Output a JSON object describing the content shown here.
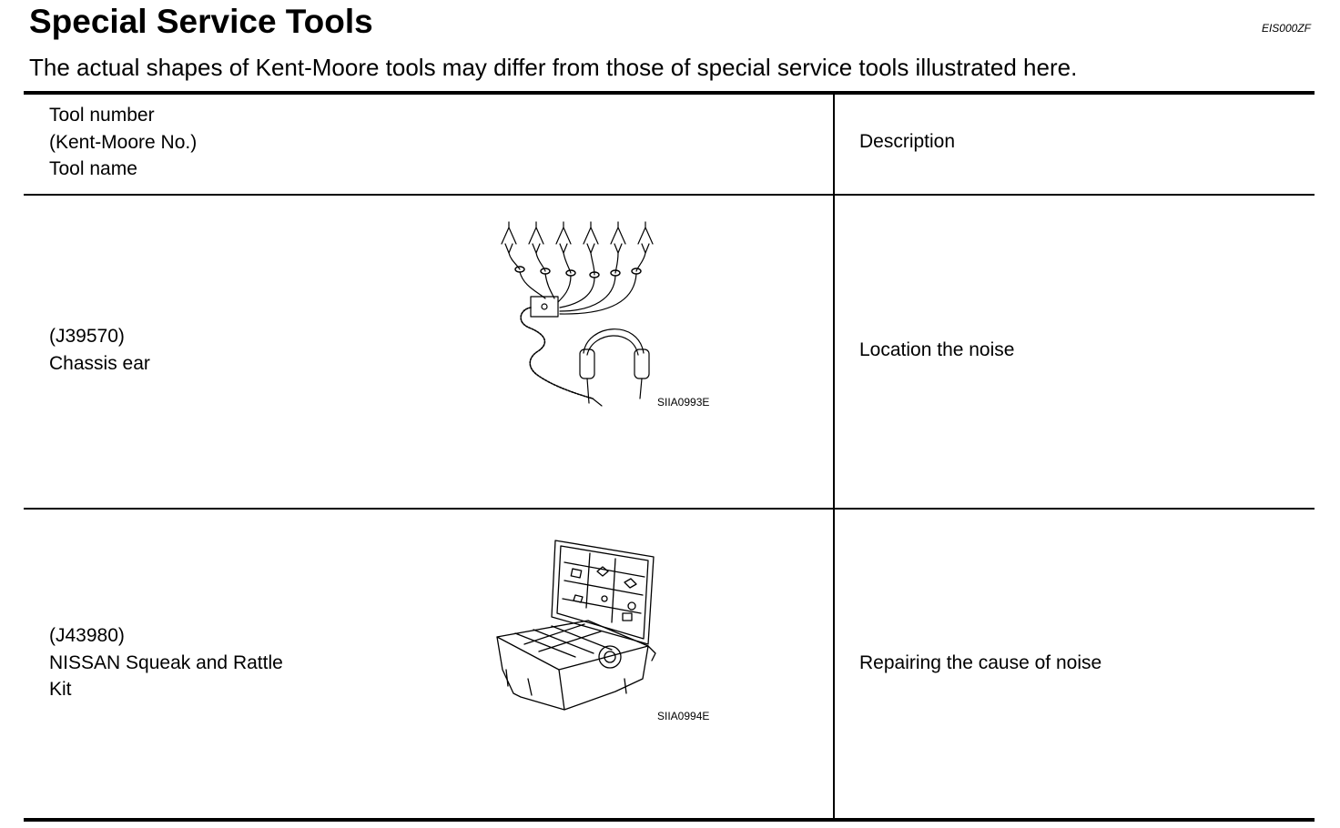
{
  "header": {
    "title": "Special Service Tools",
    "code": "EIS000ZF",
    "subtitle": "The actual shapes of Kent-Moore tools may differ from those of special service tools illustrated here."
  },
  "table": {
    "columns": {
      "tool_lines": [
        "Tool number",
        "(Kent-Moore No.)",
        "Tool name"
      ],
      "description": "Description"
    },
    "rows": [
      {
        "tool_lines": [
          "(J39570)",
          "Chassis ear"
        ],
        "figure_code": "SIIA0993E",
        "figure_icon": "chassis-ear-headphones-illustration",
        "description": "Location the noise"
      },
      {
        "tool_lines": [
          "(J43980)",
          "NISSAN Squeak and Rattle",
          "Kit"
        ],
        "figure_code": "SIIA0994E",
        "figure_icon": "squeak-rattle-kit-case-illustration",
        "description": "Repairing the cause of noise"
      }
    ]
  }
}
